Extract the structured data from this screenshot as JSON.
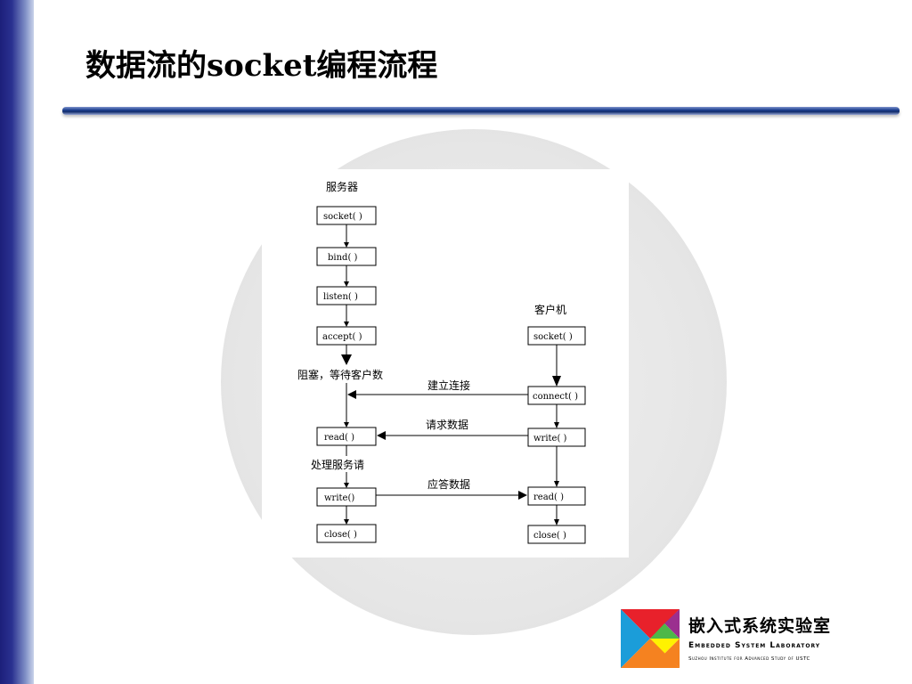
{
  "slide": {
    "title": "数据流的socket编程流程"
  },
  "diagram": {
    "server_heading": "服务器",
    "client_heading": "客户机",
    "server_steps": [
      "socket( )",
      "bind( )",
      "listen( )",
      "accept( )",
      "read( )",
      "write()",
      "close( )"
    ],
    "client_steps": [
      "socket( )",
      "connect( )",
      "write( )",
      "read( )",
      "close( )"
    ],
    "notes": {
      "blocking": "阻塞，等待客户数",
      "processing": "处理服务请"
    },
    "messages": {
      "establish": "建立连接",
      "request": "请求数据",
      "response": "应答数据"
    }
  },
  "logo": {
    "name_cn": "嵌入式系统实验室",
    "name_en": "Embedded System Laboratory",
    "institute": "Suzhou Institute for Advanced Study of USTC",
    "colors": {
      "red": "#e8212b",
      "green": "#4db848",
      "yellow": "#fff200",
      "blue": "#1b9dd9",
      "orange": "#f58220",
      "purple": "#9b2f8f"
    }
  }
}
